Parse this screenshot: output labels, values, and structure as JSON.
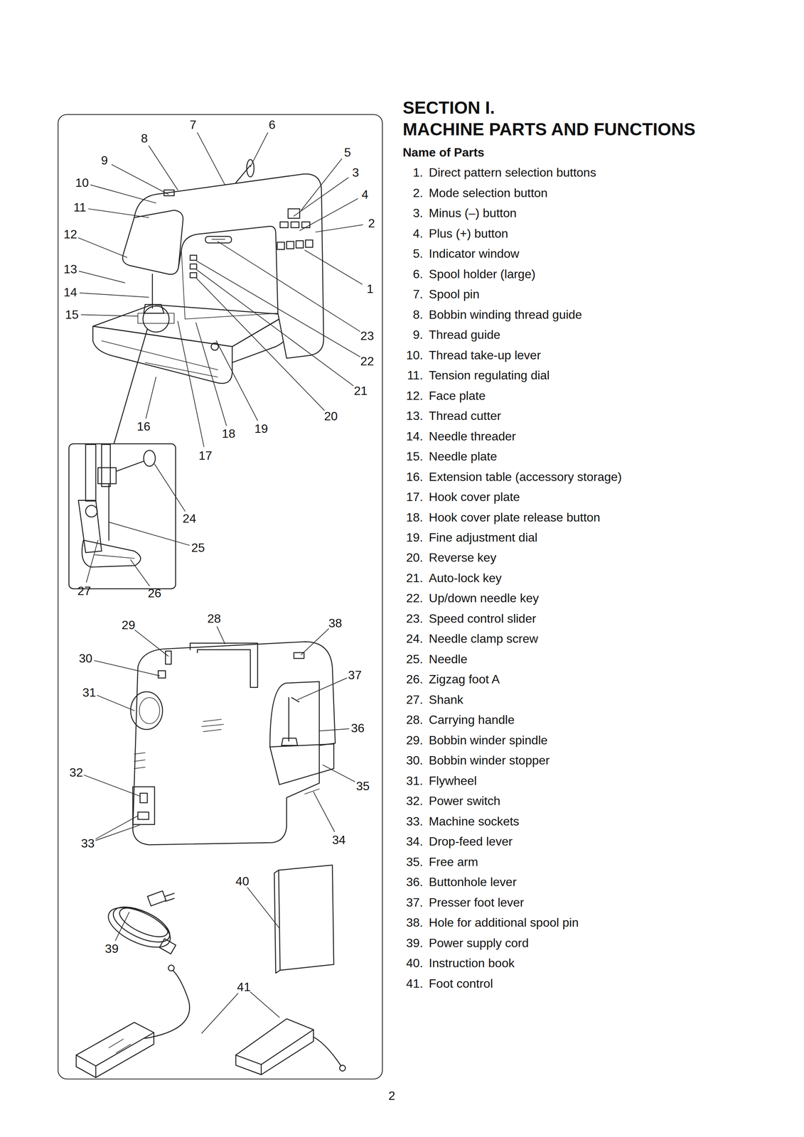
{
  "diagram": {
    "title": "SECTION I. MACHINE PARTS AND FUNCTIONS",
    "labels": [
      "Name of Parts",
      "1.",
      "Direct pattern selection buttons",
      "2.",
      "Mode selection button",
      "3.",
      "Minus (–) button",
      "4.",
      "Plus (+) button",
      "5.",
      "Indicator window",
      "6.",
      "Spool holder (large)",
      "7.",
      "Spool pin",
      "8.",
      "Bobbin winding thread guide",
      "9.",
      "Thread guide",
      "10.",
      "Thread take-up lever",
      "11.",
      "Tension regulating dial",
      "12.",
      "Face plate",
      "13.",
      "Thread cutter",
      "14.",
      "Needle threader",
      "15.",
      "Needle plate",
      "16.",
      "Extension table (accessory storage)",
      "17.",
      "Hook cover plate",
      "18.",
      "Hook cover plate release button",
      "19.",
      "Fine adjustment dial",
      "20.",
      "Reverse key",
      "21.",
      "Auto-lock key",
      "22.",
      "Up/down needle key",
      "23.",
      "Speed control slider",
      "24.",
      "Needle clamp screw",
      "25.",
      "Needle",
      "26.",
      "Zigzag foot A",
      "27.",
      "Shank",
      "28.",
      "Carrying handle",
      "29.",
      "Bobbin winder spindle",
      "30.",
      "Bobbin winder stopper",
      "31.",
      "Flywheel",
      "32.",
      "Power switch",
      "33.",
      "Machine sockets",
      "34.",
      "Drop-feed lever",
      "35.",
      "Free arm",
      "36.",
      "Buttonhole lever",
      "37.",
      "Presser foot lever",
      "38.",
      "Hole for additional spool pin",
      "39.",
      "Power supply cord",
      "40.",
      "Instruction book",
      "41.",
      "Foot control",
      "7",
      "6",
      "8",
      "5",
      "9",
      "3",
      "10",
      "4",
      "11",
      "2",
      "12",
      "13",
      "1",
      "14",
      "15",
      "23",
      "22",
      "21",
      "20",
      "16",
      "19",
      "18",
      "17",
      "24",
      "25",
      "27",
      "26",
      "29",
      "28",
      "38",
      "30",
      "37",
      "31",
      "36",
      "32",
      "35",
      "33",
      "34",
      "40",
      "39",
      "41",
      "2"
    ]
  }
}
